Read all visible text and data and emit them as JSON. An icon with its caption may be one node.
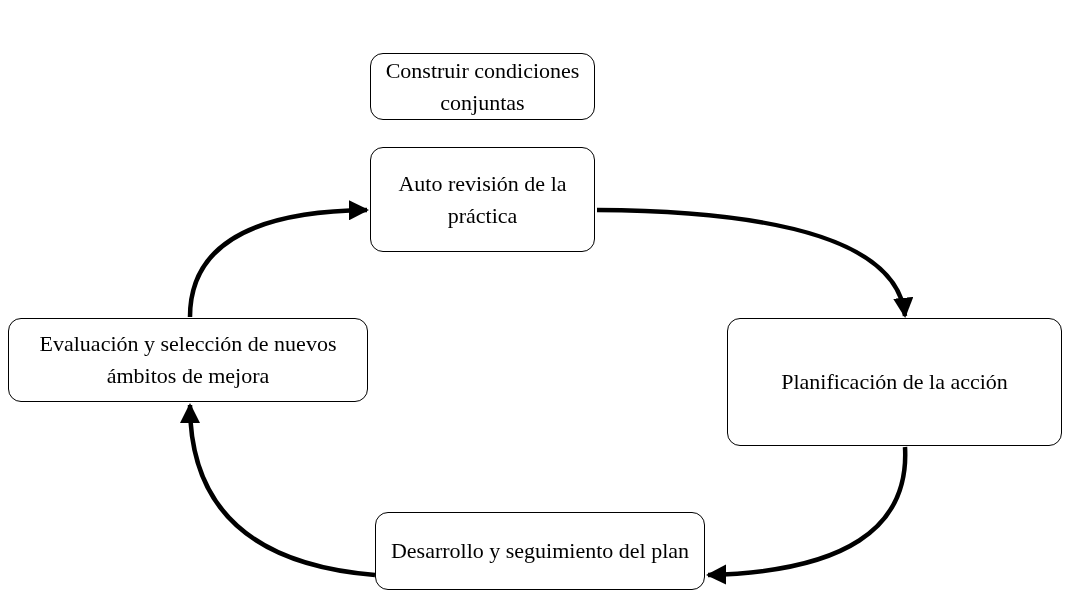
{
  "diagram": {
    "nodes": [
      {
        "text": [
          "Construir condiciones conjuntas"
        ]
      },
      {
        "text": [
          "Auto revisión de la práctica"
        ]
      },
      {
        "text": [
          "Planificación de la acción"
        ]
      },
      {
        "text": [
          "Desarrollo y seguimiento del plan"
        ]
      },
      {
        "text": [
          "Evaluación y selección de nuevos ámbitos de mejora"
        ]
      }
    ],
    "edges": [
      {
        "from": 1,
        "to": 2,
        "arrow": "to"
      },
      {
        "from": 2,
        "to": 3,
        "arrow": "to"
      },
      {
        "from": 3,
        "to": 4,
        "arrow": "to"
      },
      {
        "from": 4,
        "to": 1,
        "arrow": "to"
      }
    ]
  }
}
